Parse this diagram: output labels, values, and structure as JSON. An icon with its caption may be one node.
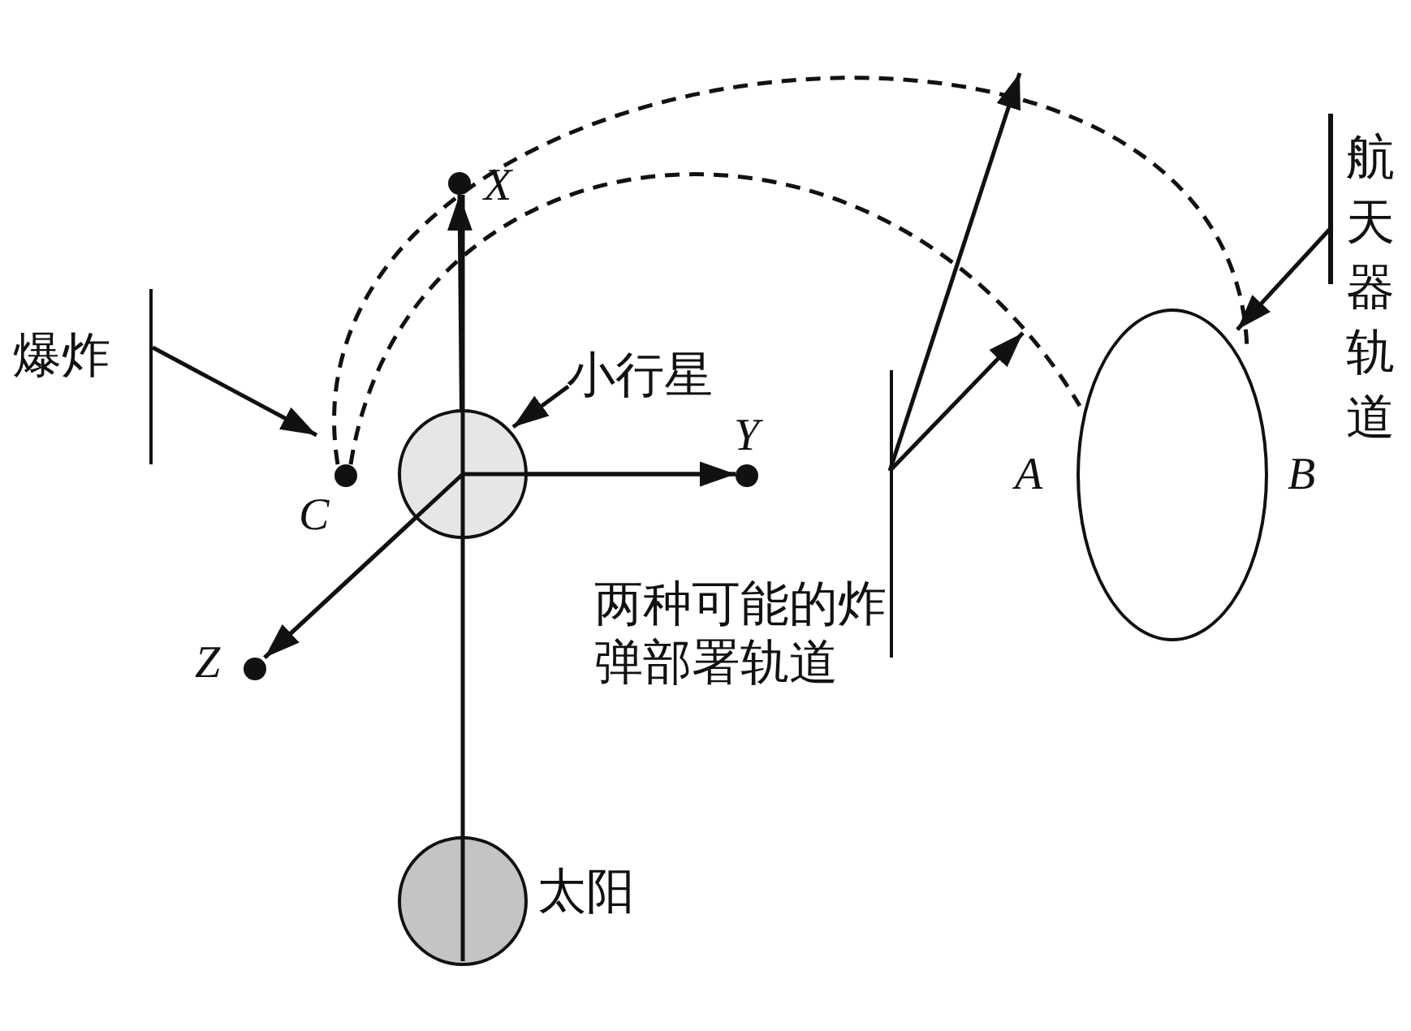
{
  "diagram": {
    "nodes": [
      {
        "text": [
          "爆炸"
        ]
      },
      {
        "text": [
          "C"
        ]
      },
      {
        "text": [
          "小行星"
        ]
      },
      {
        "text": [],
        "shape": "circle"
      },
      {
        "text": [
          "太阳"
        ]
      },
      {
        "text": [
          "两种可能的炸弹部署轨道"
        ]
      },
      {
        "text": [],
        "shape": "ellipse",
        "beside": [
          "A",
          "B"
        ]
      },
      {
        "text": [
          "航天器轨道"
        ]
      }
    ],
    "edges": [
      {
        "from": 0,
        "to": 1,
        "arrow": "to"
      },
      {
        "from": 2,
        "to": 3,
        "arrow": "to"
      },
      {
        "from": 1,
        "to": 6,
        "arrow": "none",
        "style": "dashed"
      },
      {
        "from": 1,
        "to": 6,
        "arrow": "none",
        "style": "dashed"
      },
      {
        "from": 5,
        "to": null,
        "arrow": "to"
      },
      {
        "from": 5,
        "to": null,
        "arrow": "to"
      },
      {
        "from": 7,
        "to": 6,
        "arrow": "to"
      },
      {
        "from": 4,
        "to": 3,
        "arrow": "none"
      }
    ],
    "labels": [
      "X",
      "Y",
      "Z"
    ]
  }
}
